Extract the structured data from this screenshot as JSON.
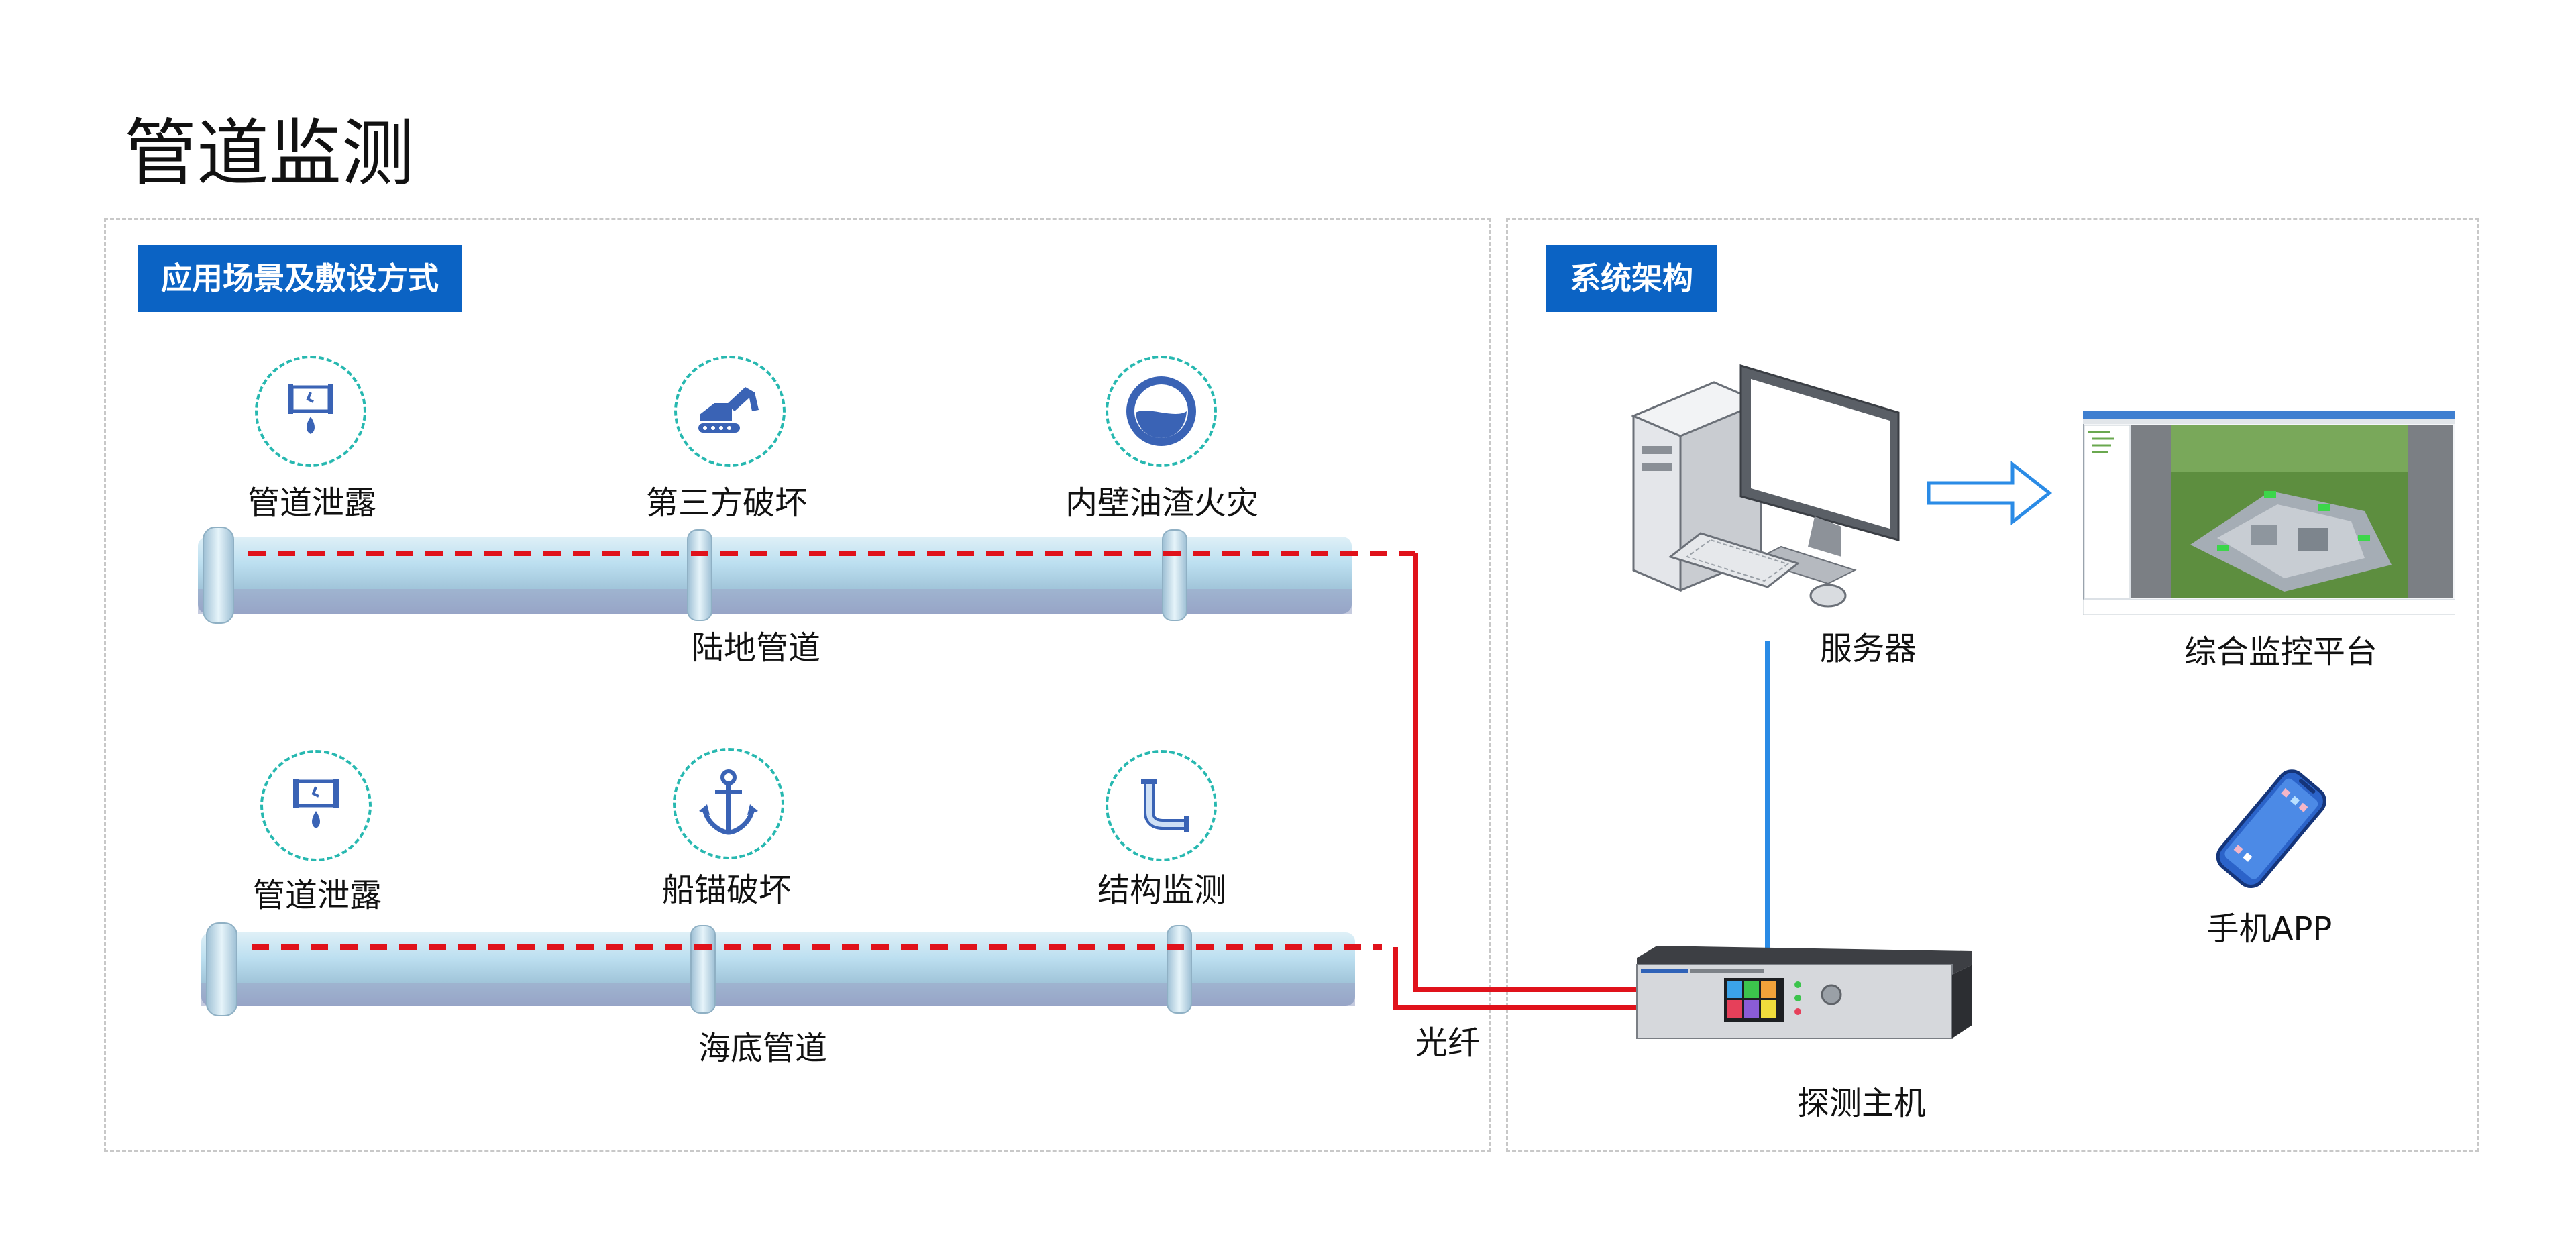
{
  "page": {
    "title": "管道监测"
  },
  "left_panel": {
    "section_title": "应用场景及敷设方式",
    "land_pipeline": {
      "label": "陆地管道",
      "hazards": [
        {
          "label": "管道泄露",
          "icon": "pipe-leak-icon"
        },
        {
          "label": "第三方破坏",
          "icon": "excavator-icon"
        },
        {
          "label": "内壁油渣火灾",
          "icon": "oil-residue-icon"
        }
      ]
    },
    "subsea_pipeline": {
      "label": "海底管道",
      "hazards": [
        {
          "label": "管道泄露",
          "icon": "pipe-leak-icon"
        },
        {
          "label": "船锚破坏",
          "icon": "anchor-icon"
        },
        {
          "label": "结构监测",
          "icon": "bent-pipe-icon"
        }
      ]
    },
    "fiber_label": "光纤"
  },
  "right_panel": {
    "section_title": "系统架构",
    "server_label": "服务器",
    "platform_label": "综合监控平台",
    "mobile_label": "手机APP",
    "host_label": "探测主机"
  },
  "colors": {
    "accent_blue": "#0b63c4",
    "fiber_red": "#e0121b",
    "link_blue": "#2a8be6",
    "icon_border": "#27b8b0",
    "pipe": "#a9cfe0"
  }
}
